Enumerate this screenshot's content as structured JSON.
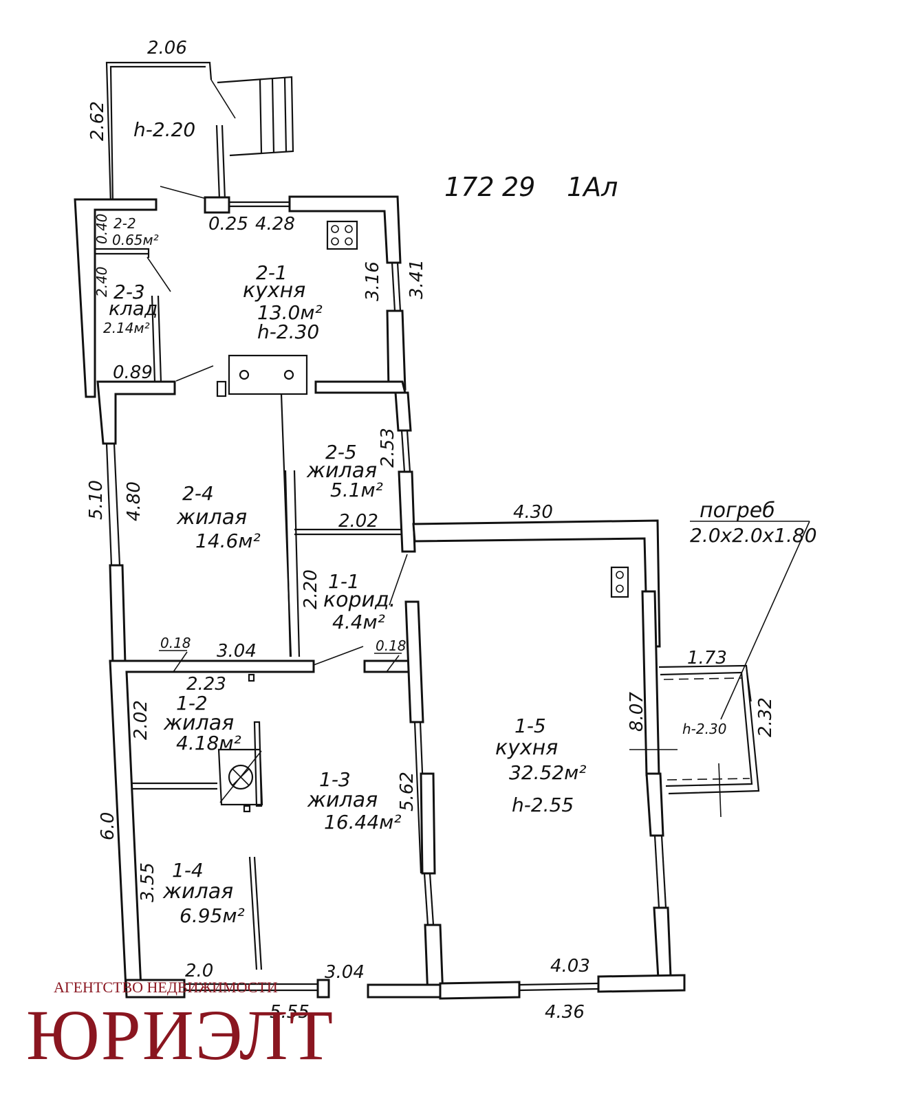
{
  "header": {
    "code_1": "172",
    "code_2": "29",
    "code_3": "1Ал"
  },
  "rooms": {
    "r2_1": {
      "num": "2-1",
      "name": "кухня",
      "area": "13.0м²",
      "height": "h-2.30"
    },
    "r2_2": {
      "num": "2-2",
      "area": "0.65м²"
    },
    "r2_3": {
      "num": "2-3",
      "name": "клад",
      "area": "2.14м²"
    },
    "r2_4": {
      "num": "2-4",
      "name": "жилая",
      "area": "14.6м²"
    },
    "r2_5": {
      "num": "2-5",
      "name": "жилая",
      "area": "5.1м²"
    },
    "r1_1": {
      "num": "1-1",
      "name": "корид.",
      "area": "4.4м²"
    },
    "r1_2": {
      "num": "1-2",
      "name": "жилая",
      "area": "4.18м²"
    },
    "r1_3": {
      "num": "1-3",
      "name": "жилая",
      "area": "16.44м²"
    },
    "r1_4": {
      "num": "1-4",
      "name": "жилая",
      "area": "6.95м²"
    },
    "r1_5": {
      "num": "1-5",
      "name": "кухня",
      "area": "32.52м²",
      "height": "h-2.55"
    },
    "veranda_top": {
      "height": "h-2.20"
    },
    "veranda_right": {
      "height": "h-2.30"
    }
  },
  "cellar": {
    "name": "погреб",
    "size": "2.0x2.0x1.80"
  },
  "dims": {
    "d206": "2.06",
    "d262": "2.62",
    "d025": "0.25",
    "d428": "4.28",
    "d040": "0.40",
    "d240": "2.40",
    "d089": "0.89",
    "d316": "3.16",
    "d341": "3.41",
    "d253": "2.53",
    "d510": "5.10",
    "d480": "4.80",
    "d202a": "2.02",
    "d430": "4.30",
    "d220": "2.20",
    "d018a": "0.18",
    "d304a": "3.04",
    "d018b": "0.18",
    "d223": "2.23",
    "d202b": "2.02",
    "d173": "1.73",
    "d807": "8.07",
    "d232": "2.32",
    "d562": "5.62",
    "d60": "6.0",
    "d355": "3.55",
    "d20": "2.0",
    "d304b": "3.04",
    "d555": "5.55",
    "d403": "4.03",
    "d436": "4.36"
  },
  "brand": {
    "subtitle": "АГЕНТСТВО НЕДВИЖИМОСТИ",
    "name": "ЮРИЭЛТ"
  }
}
